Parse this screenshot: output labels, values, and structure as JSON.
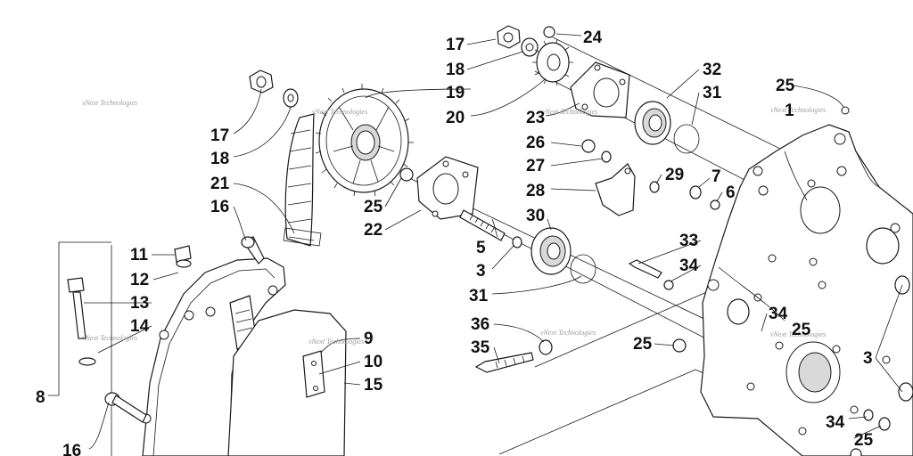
{
  "watermark": "vNext Technologies",
  "callouts": [
    {
      "id": "c17a",
      "text": "17"
    },
    {
      "id": "c18a",
      "text": "18"
    },
    {
      "id": "c19",
      "text": "19"
    },
    {
      "id": "c20",
      "text": "20"
    },
    {
      "id": "c24",
      "text": "24"
    },
    {
      "id": "c32",
      "text": "32"
    },
    {
      "id": "c31a",
      "text": "31"
    },
    {
      "id": "c23",
      "text": "23"
    },
    {
      "id": "c25a",
      "text": "25"
    },
    {
      "id": "c1",
      "text": "1"
    },
    {
      "id": "c17b",
      "text": "17"
    },
    {
      "id": "c18b",
      "text": "18"
    },
    {
      "id": "c26",
      "text": "26"
    },
    {
      "id": "c27",
      "text": "27"
    },
    {
      "id": "c29",
      "text": "29"
    },
    {
      "id": "c7",
      "text": "7"
    },
    {
      "id": "c6",
      "text": "6"
    },
    {
      "id": "c28",
      "text": "28"
    },
    {
      "id": "c21",
      "text": "21"
    },
    {
      "id": "c16a",
      "text": "16"
    },
    {
      "id": "c25b",
      "text": "25"
    },
    {
      "id": "c22",
      "text": "22"
    },
    {
      "id": "c30",
      "text": "30"
    },
    {
      "id": "c5",
      "text": "5"
    },
    {
      "id": "c3a",
      "text": "3"
    },
    {
      "id": "c33",
      "text": "33"
    },
    {
      "id": "c34a",
      "text": "34"
    },
    {
      "id": "c31b",
      "text": "31"
    },
    {
      "id": "c11",
      "text": "11"
    },
    {
      "id": "c12",
      "text": "12"
    },
    {
      "id": "c13",
      "text": "13"
    },
    {
      "id": "c14",
      "text": "14"
    },
    {
      "id": "c36",
      "text": "36"
    },
    {
      "id": "c35",
      "text": "35"
    },
    {
      "id": "c9",
      "text": "9"
    },
    {
      "id": "c10",
      "text": "10"
    },
    {
      "id": "c15",
      "text": "15"
    },
    {
      "id": "c34b",
      "text": "34"
    },
    {
      "id": "c25c",
      "text": "25"
    },
    {
      "id": "c25d",
      "text": "25"
    },
    {
      "id": "c3b",
      "text": "3"
    },
    {
      "id": "c8",
      "text": "8"
    },
    {
      "id": "c16b",
      "text": "16"
    },
    {
      "id": "c34c",
      "text": "34"
    },
    {
      "id": "c25e",
      "text": "25"
    }
  ]
}
